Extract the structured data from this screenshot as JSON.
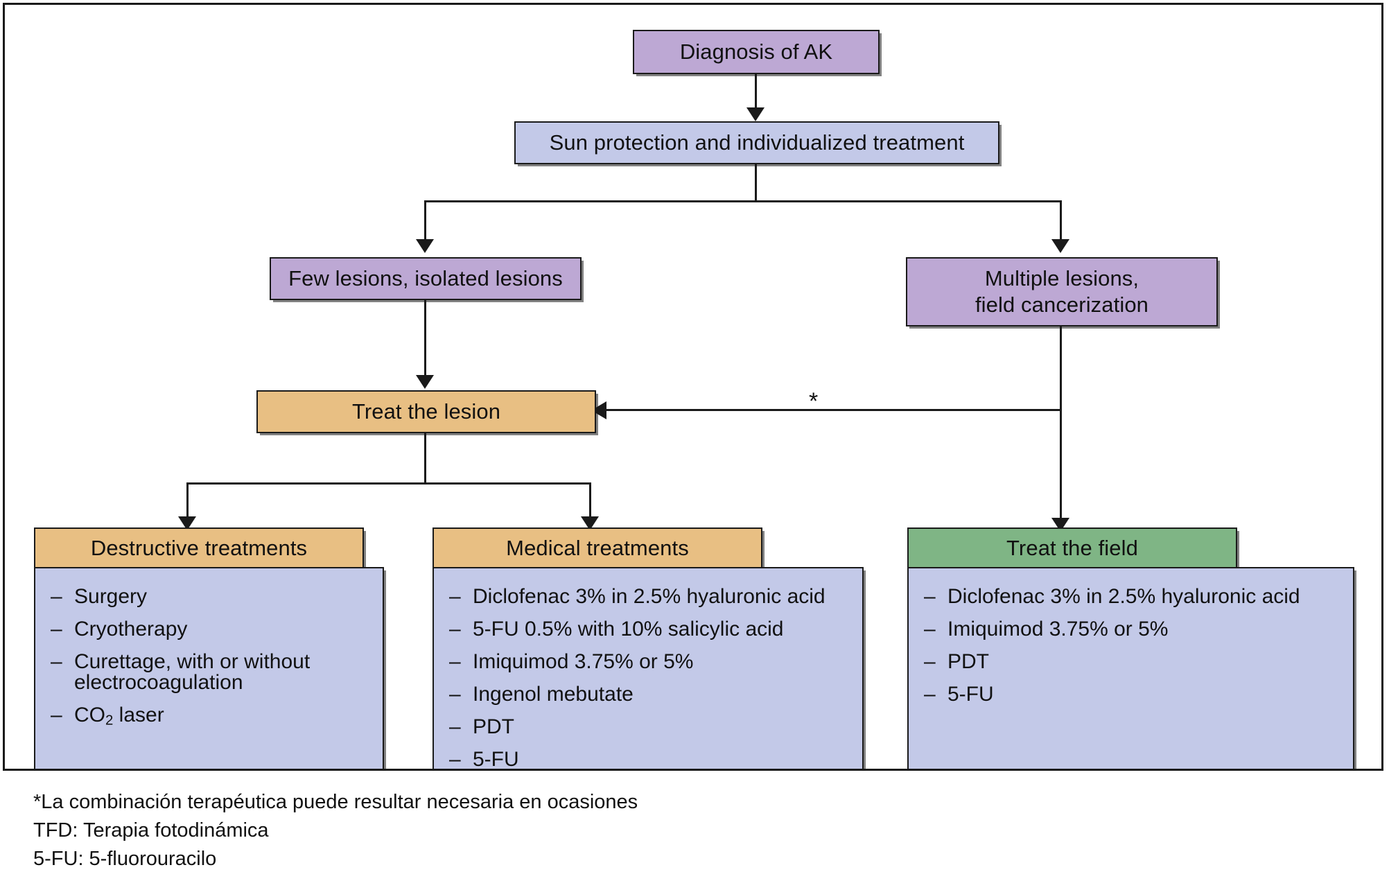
{
  "diagram": {
    "type": "flowchart",
    "title": "Actinic keratosis (AK) treatment algorithm",
    "colors": {
      "purple": "#bda8d4",
      "blue": "#c3c9e8",
      "orange": "#e8bf83",
      "green": "#7fb585",
      "background_top": "#b8d295",
      "background_bottom": "#fbfcf8",
      "line": "#1a1a1a"
    },
    "nodes": {
      "diagnosis": "Diagnosis of AK",
      "sun_protection": "Sun protection and individualized treatment",
      "few_lesions": "Few lesions, isolated lesions",
      "multiple_lesions_line1": "Multiple lesions,",
      "multiple_lesions_line2": "field cancerization",
      "treat_lesion": "Treat the lesion",
      "destructive_header": "Destructive treatments",
      "medical_header": "Medical treatments",
      "field_header": "Treat the field"
    },
    "marker": "*",
    "dash": "–",
    "lists": {
      "destructive": [
        "Surgery",
        "Cryotherapy",
        "Curettage, with or without electrocoagulation",
        "CO2 laser"
      ],
      "medical": [
        "Diclofenac 3% in 2.5% hyaluronic acid",
        "5-FU 0.5% with 10% salicylic acid",
        "Imiquimod 3.75% or 5%",
        "Ingenol mebutate",
        "PDT",
        "5-FU"
      ],
      "field": [
        "Diclofenac 3% in 2.5% hyaluronic acid",
        "Imiquimod 3.75% or 5%",
        "PDT",
        "5-FU"
      ]
    },
    "destructive_special": {
      "curettage_line1": "Curettage, with or without",
      "curettage_line2": "electrocoagulation",
      "co2_prefix": "CO",
      "co2_sub": "2",
      "co2_suffix": " laser"
    }
  },
  "footnotes": [
    "*La combinación terapéutica puede resultar necesaria en ocasiones",
    "TFD: Terapia fotodinámica",
    "5-FU: 5-fluorouracilo"
  ]
}
